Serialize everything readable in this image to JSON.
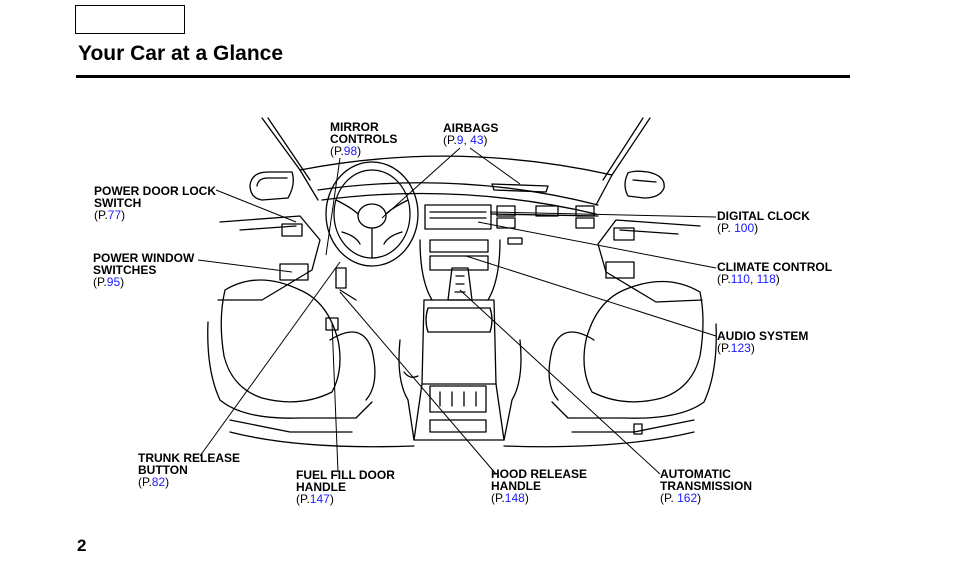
{
  "header": {
    "title": "Your Car at a Glance"
  },
  "page": {
    "number": "2"
  },
  "callouts": {
    "mirror": {
      "l1": "MIRROR",
      "l2": "CONTROLS",
      "pre": "(P.",
      "ref1": "98",
      "post": ")"
    },
    "airbags": {
      "l1": "AIRBAGS",
      "pre": "(P.",
      "ref1": "9",
      "sep": ", ",
      "ref2": "43",
      "post": ")"
    },
    "doorlock": {
      "l1": "POWER DOOR LOCK",
      "l2": "SWITCH",
      "pre": "(P.",
      "ref1": "77",
      "post": ")"
    },
    "window": {
      "l1": "POWER WINDOW",
      "l2": "SWITCHES",
      "pre": "(P.",
      "ref1": "95",
      "post": ")"
    },
    "clock": {
      "l1": "DIGITAL CLOCK",
      "pre": "(P. ",
      "ref1": "100",
      "post": ")"
    },
    "climate": {
      "l1": "CLIMATE CONTROL",
      "pre": "(P.",
      "ref1": "110",
      "sep": ", ",
      "ref2": "118",
      "post": ")"
    },
    "audio": {
      "l1": "AUDIO SYSTEM",
      "pre": "(P.",
      "ref1": "123",
      "post": ")"
    },
    "trunk": {
      "l1": "TRUNK RELEASE",
      "l2": "BUTTON",
      "pre": "(P.",
      "ref1": "82",
      "post": ")"
    },
    "fuel": {
      "l1": "FUEL FILL DOOR",
      "l2": "HANDLE",
      "pre": "(P.",
      "ref1": "147",
      "post": ")"
    },
    "hood": {
      "l1": "HOOD RELEASE",
      "l2": "HANDLE",
      "pre": "(P.",
      "ref1": "148",
      "post": ")"
    },
    "trans": {
      "l1": "AUTOMATIC",
      "l2": "TRANSMISSION",
      "pre": "(P. ",
      "ref1": "162",
      "post": ")"
    }
  }
}
